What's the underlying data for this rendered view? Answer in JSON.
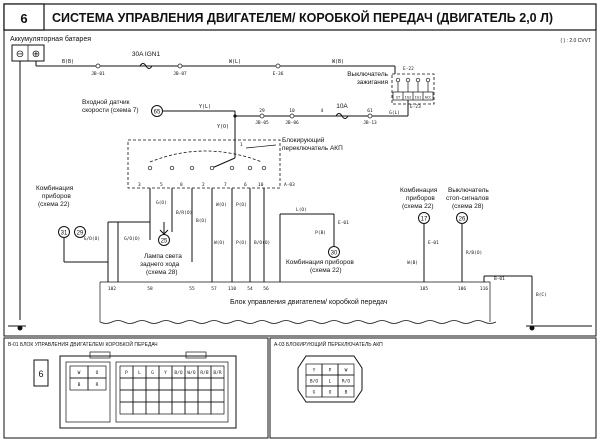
{
  "header": {
    "section_number": "6",
    "title": "СИСТЕМА УПРАВЛЕНИЯ ДВИГАТЕЛЕМ/ КОРОБКОЙ ПЕРЕДАЧ (ДВИГАТЕЛЬ 2,0 Л)",
    "variant_note": "( ) : 2.0 CVVT"
  },
  "battery": {
    "label": "Аккумуляторная батарея",
    "minus": "⊖",
    "plus": "⊕"
  },
  "top_line": {
    "fuse": "30A IGN1",
    "wire_left": "B(B)",
    "wire_mid": "W(L)",
    "wire_right": "W(B)",
    "connectors": [
      "JB-01",
      "JB-07",
      "E-36",
      "E-22"
    ]
  },
  "ignition_switch": {
    "label_line1": "Выключатель",
    "label_line2": "зажигания",
    "positions": [
      "ST",
      "IG2",
      "IG1",
      "ACC"
    ],
    "connector": "E-23",
    "out_wire": "G(L)"
  },
  "speed_sensor": {
    "label_line1": "Входной датчик",
    "label_line2": "скорости (схема 7)",
    "circle_number": "65",
    "wire": "Y(L)"
  },
  "mid_line": {
    "fuse": "10A",
    "connectors": [
      "JB-05",
      "JB-06",
      "JB-13"
    ],
    "pins": [
      "29",
      "10",
      "4",
      "61"
    ]
  },
  "inhibitor_switch": {
    "label_line1": "Блокирующий",
    "label_line2": "переключатель АКП",
    "connector": "A-03",
    "pin_numbers": [
      "3",
      "5",
      "8",
      "2",
      "7",
      "6",
      "10",
      "1"
    ],
    "wire": "Y(O)"
  },
  "left_cluster": {
    "label_line1": "Комбинация",
    "label_line2": "приборов",
    "label_line3": "(схема 22)",
    "circles": [
      "31",
      "29"
    ],
    "wires": [
      "G(O)",
      "G/O(O)",
      "G/O(O)"
    ]
  },
  "reverse_lamp": {
    "label_line1": "Лампа света",
    "label_line2": "заднего хода",
    "label_line3": "(схема 28)",
    "circle_number": "25",
    "wire": "B/R(O)"
  },
  "center_wires": [
    "W(O)",
    "B(O)",
    "P(O)",
    "W(O)",
    "P(O)",
    "B/O(O)",
    "L(O)"
  ],
  "center_cluster": {
    "label_line1": "Комбинация приборов",
    "label_line2": "(схема 22)",
    "circle_number": "30",
    "wire": "P(B)",
    "connector": "E-01"
  },
  "right_cluster": {
    "label_line1": "Комбинация",
    "label_line2": "приборов",
    "label_line3": "(схема 22)",
    "circle_number": "17",
    "wire": "W(B)",
    "connector": "E-01"
  },
  "brake_switch": {
    "label_line1": "Выключатель",
    "label_line2": "стоп-сигналов",
    "label_line3": "(схема 28)",
    "circle_number": "26",
    "wire": "R/B(O)"
  },
  "ecu": {
    "label": "Блок управления двигателем/ коробкой передач",
    "pins": [
      "102",
      "58",
      "55",
      "57",
      "110",
      "54",
      "56",
      "105",
      "106",
      "116"
    ],
    "connector": "B-01",
    "ground_wire": "B(C)"
  },
  "bottom_panels": {
    "left_title": "B-01  БЛОК УПРАВЛЕНИЯ ДВИГАТЕЛЕМ/ КОРОБКОЙ ПЕРЕДАЧ",
    "right_title": "A-03  БЛОКИРУЮЩИЙ ПЕРЕКЛЮЧАТЕЛЬ АКП",
    "side_number": "6",
    "ecu_cells": [
      "W",
      "O",
      "B",
      "R",
      "P",
      "L",
      "G",
      "Y",
      "B/O",
      "W/O",
      "R/B",
      "B/R"
    ],
    "a03_cells": [
      "Y",
      "P",
      "W",
      "B/O",
      "L",
      "R/O",
      "G",
      "O",
      "B"
    ]
  },
  "colors": {
    "line": "#111111",
    "background": "#ffffff"
  }
}
